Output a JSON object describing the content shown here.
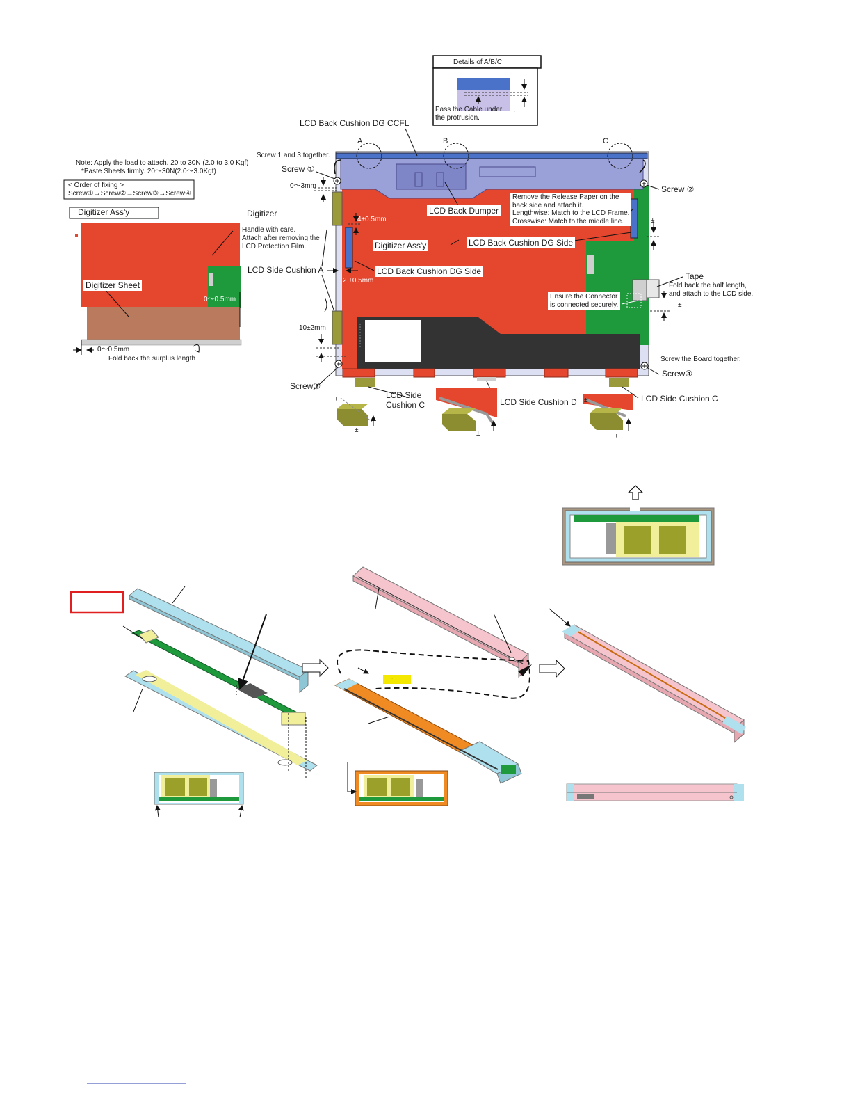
{
  "details_box": {
    "title": "Details of A/B/C",
    "note_line1": "Pass the Cable under",
    "note_line2": "the protrusion.",
    "tilde": "~"
  },
  "left_panel": {
    "note_line1": "Note: Apply the load to attach. 20 to 30N (2.0 to 3.0 Kgf)",
    "note_line2": "*Paste Sheets firmly. 20〜30N(2.0〜3.0Kgf)",
    "order_title": "< Order of fixing >",
    "order_steps": "Screw①→Screw②→Screw③→Screw④",
    "digitizer_assy": "Digitizer          Ass'y",
    "digitizer": "Digitizer",
    "handle_line1": "Handle with care.",
    "handle_line2": "Attach after removing the",
    "handle_line3": "LCD Protection Film.",
    "digitizer_sheet": "Digitizer Sheet",
    "dim_right": "0〜0.5mm",
    "dim_bottom": "0〜0.5mm",
    "fold_back": "Fold back the surplus length"
  },
  "main": {
    "lcd_back_cushion_ccfl": "LCD Back Cushion DG  CCFL",
    "marker_a": "A",
    "marker_b": "B",
    "marker_c": "C",
    "screw_1_3": "Screw 1 and 3 together.",
    "screw1": "Screw ①",
    "screw2": "Screw ②",
    "screw3": "Screw③",
    "screw4": "Screw④",
    "dim_0_3": "0〜3mm",
    "dim_4": "4±0.5mm",
    "dim_2": "2 ±0.5mm",
    "dim_10": "10±2mm",
    "lcd_back_dumper": "LCD Back Dumper",
    "release_line1": "Remove the Release Paper on the",
    "release_line2": "back side and attach it.",
    "release_line3": "Lengthwise: Match to the LCD Frame.",
    "release_line4": "Crosswise: Match to the middle line.",
    "digitizer_assy": "Digitizer          Ass'y",
    "back_cushion_side_1": "LCD Back Cushion DG  Side",
    "back_cushion_side_2": "LCD Back Cushion DG  Side",
    "side_cushion_a": "LCD Side Cushion A",
    "tape": "Tape",
    "tape_line1": "Fold back the half length,",
    "tape_line2": "and attach to the LCD side.",
    "connector_line1": "Ensure the Connector",
    "connector_line2": "is connected securely.",
    "plusminus": "±",
    "screw_board": "Screw the Board together.",
    "side_cushion_c1_line1": "LCD Side",
    "side_cushion_c1_line2": "Cushion C",
    "side_cushion_d": "LCD Side Cushion D",
    "side_cushion_c2": "LCD Side Cushion C"
  },
  "lower": {
    "tilde_tag": "~"
  },
  "colors": {
    "digitizer_red": "#e5462e",
    "board_green": "#1e9a3c",
    "cushion_blue": "#4a72c8",
    "dumper_purple": "#9aa0d8",
    "cushion_olive": "#9a9a3a",
    "light_blue": "#aee0ee",
    "pink": "#f5c4cc",
    "orange": "#f08a22",
    "yellow": "#f2ef9a",
    "dark_panel": "#333333"
  }
}
